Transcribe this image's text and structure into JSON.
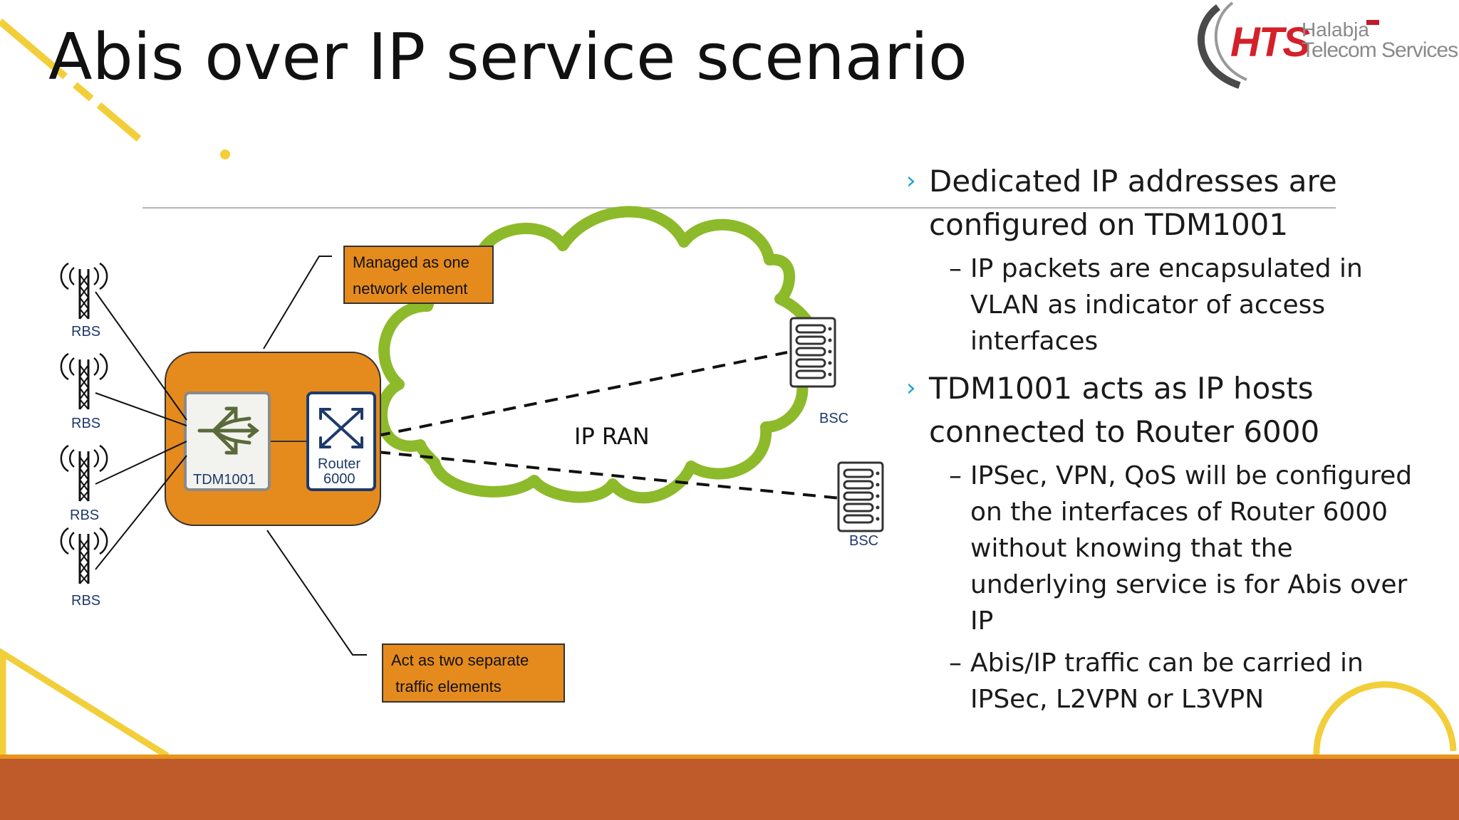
{
  "title": "Abis over IP service scenario",
  "logo": {
    "brand": "HTS",
    "line1": "Halabja",
    "line2": "Telecom Services"
  },
  "diagram": {
    "callout_top": [
      "Managed as one",
      "network element"
    ],
    "callout_bottom": [
      "Act as two separate",
      "traffic elements"
    ],
    "rbs_label": "RBS",
    "tdm_label": "TDM1001",
    "router_label": [
      "Router",
      "6000"
    ],
    "cloud_label": "IP RAN",
    "bsc_label": "BSC",
    "colors": {
      "orange": "#e58b1e",
      "cloud": "#8dba2a",
      "device_border": "#1e3a6b"
    }
  },
  "bullets": [
    {
      "text": "Dedicated IP addresses are configured on TDM1001",
      "sub": [
        "IP packets are encapsulated in VLAN as indicator of access interfaces"
      ]
    },
    {
      "text": "TDM1001 acts as IP hosts connected to Router 6000",
      "sub": [
        "IPSec, VPN, QoS will be configured on the interfaces of Router 6000 without knowing that the underlying service is for Abis over IP",
        "Abis/IP traffic can be carried in IPSec, L2VPN or L3VPN"
      ]
    }
  ]
}
